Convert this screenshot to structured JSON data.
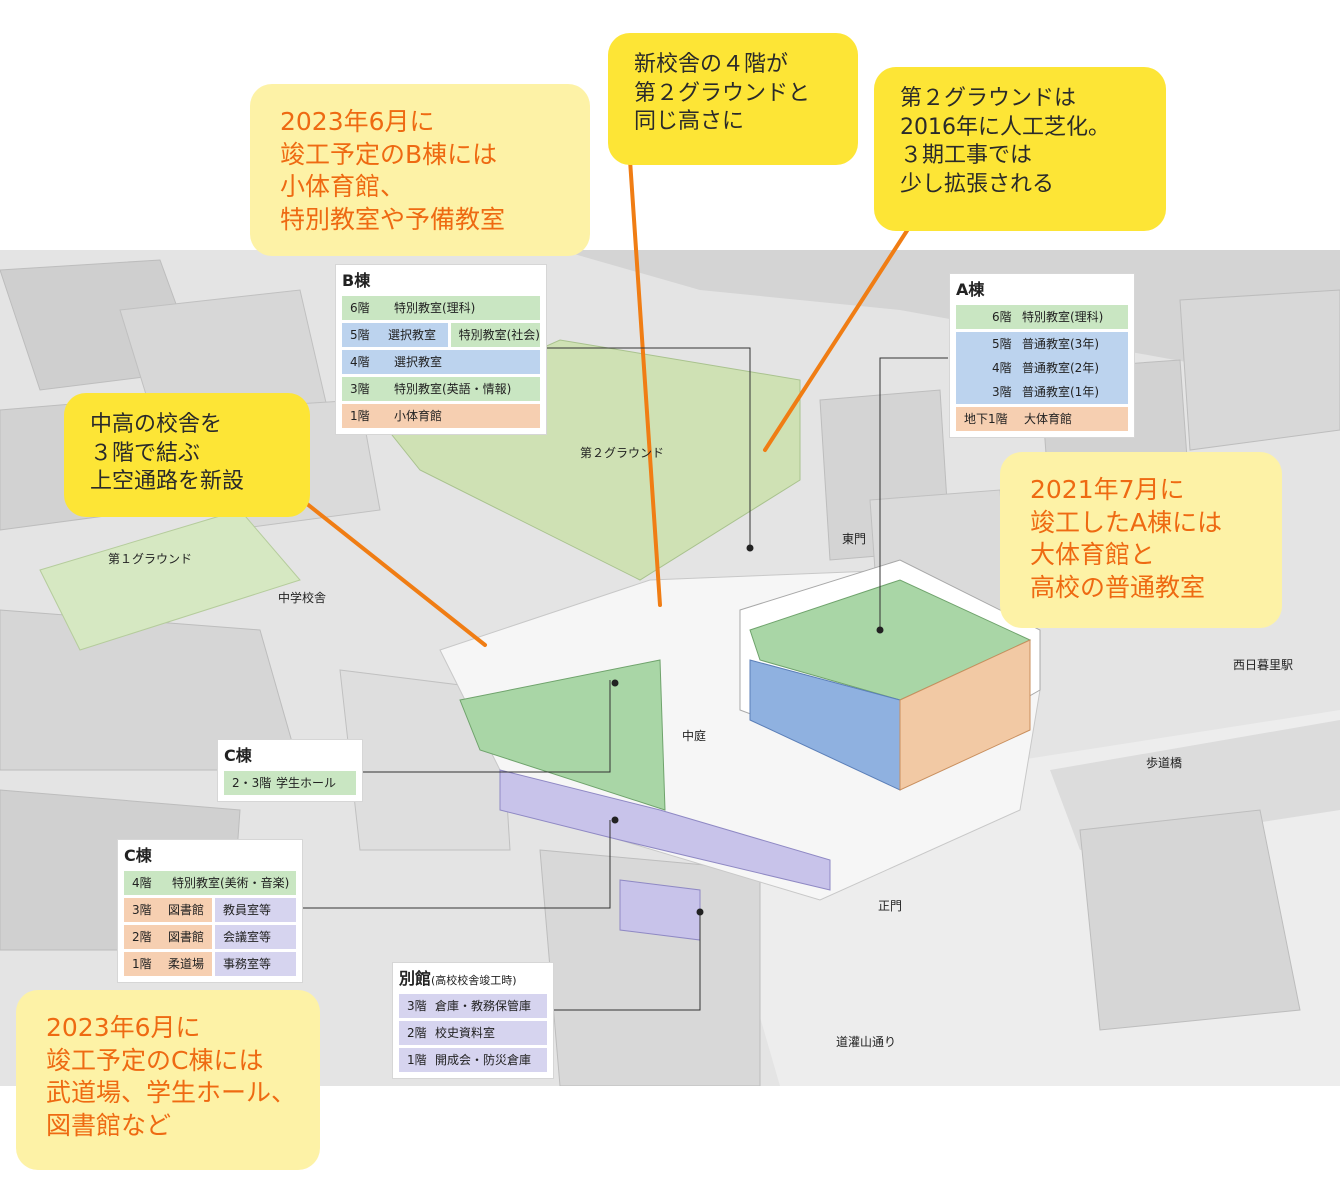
{
  "callouts": {
    "b_building": [
      "2023年6月に",
      "竣工予定のB棟には",
      "小体育館、",
      "特別教室や予備教室"
    ],
    "fourth_floor": [
      "新校舎の４階が",
      "第２グラウンドと",
      "同じ高さに"
    ],
    "ground2": [
      "第２グラウンドは",
      "2016年に人工芝化。",
      "３期工事では",
      "少し拡張される"
    ],
    "skyway": [
      "中高の校舎を",
      "３階で結ぶ",
      "上空通路を新設"
    ],
    "a_building": [
      "2021年7月に",
      "竣工したA棟には",
      "大体育館と",
      "高校の普通教室"
    ],
    "c_building": [
      "2023年6月に",
      "竣工予定のC棟には",
      "武道場、学生ホール、",
      "図書館など"
    ]
  },
  "legends": {
    "b": {
      "title": "B棟",
      "r6": {
        "floor": "6階",
        "text": "特別教室(理科)"
      },
      "r5": {
        "floor": "5階",
        "a": "選択教室",
        "b": "特別教室(社会)"
      },
      "r4": {
        "floor": "4階",
        "text": "選択教室"
      },
      "r3": {
        "floor": "3階",
        "text": "特別教室(英語・情報)"
      },
      "r1": {
        "floor": "1階",
        "text": "小体育館"
      }
    },
    "a": {
      "title": "A棟",
      "r6": {
        "floor": "6階",
        "text": "特別教室(理科)"
      },
      "r5": {
        "floor": "5階",
        "text": "普通教室(3年)"
      },
      "r4": {
        "floor": "4階",
        "text": "普通教室(2年)"
      },
      "r3": {
        "floor": "3階",
        "text": "普通教室(1年)"
      },
      "rb1": {
        "floor": "地下1階",
        "text": "大体育館"
      }
    },
    "c_hall": {
      "title": "C棟",
      "r23": {
        "floor": "2・3階",
        "text": "学生ホール"
      }
    },
    "c": {
      "title": "C棟",
      "r4": {
        "floor": "4階",
        "text": "特別教室(美術・音楽)"
      },
      "r3": {
        "floor": "3階",
        "a": "図書館",
        "b": "教員室等"
      },
      "r2": {
        "floor": "2階",
        "a": "図書館",
        "b": "会議室等"
      },
      "r1": {
        "floor": "1階",
        "a": "柔道場",
        "b": "事務室等"
      }
    },
    "annex": {
      "title": "別館",
      "sub": "(高校校舎竣工時)",
      "r3": {
        "floor": "3階",
        "text": "倉庫・教務保管庫"
      },
      "r2": {
        "floor": "2階",
        "text": "校史資料室"
      },
      "r1": {
        "floor": "1階",
        "text": "開成会・防災倉庫"
      }
    }
  },
  "places": {
    "ground2": "第２グラウンド",
    "ground1": "第１グラウンド",
    "junior_high": "中学校舎",
    "east_gate": "東門",
    "courtyard": "中庭",
    "main_gate": "正門",
    "nishinippori": "西日暮里駅",
    "footbridge": "歩道橋",
    "street": "道灌山通り"
  },
  "colors": {
    "callout_orange_bg": "#fdf2a6",
    "callout_orange_text": "#ee6a12",
    "callout_yellow_bg": "#fde536",
    "leader_line": "#f07d14",
    "floor_green": "#c9e6c2",
    "floor_blue": "#bcd3ee",
    "floor_peach": "#f6cfb1",
    "floor_lavender": "#d6d4ef"
  }
}
